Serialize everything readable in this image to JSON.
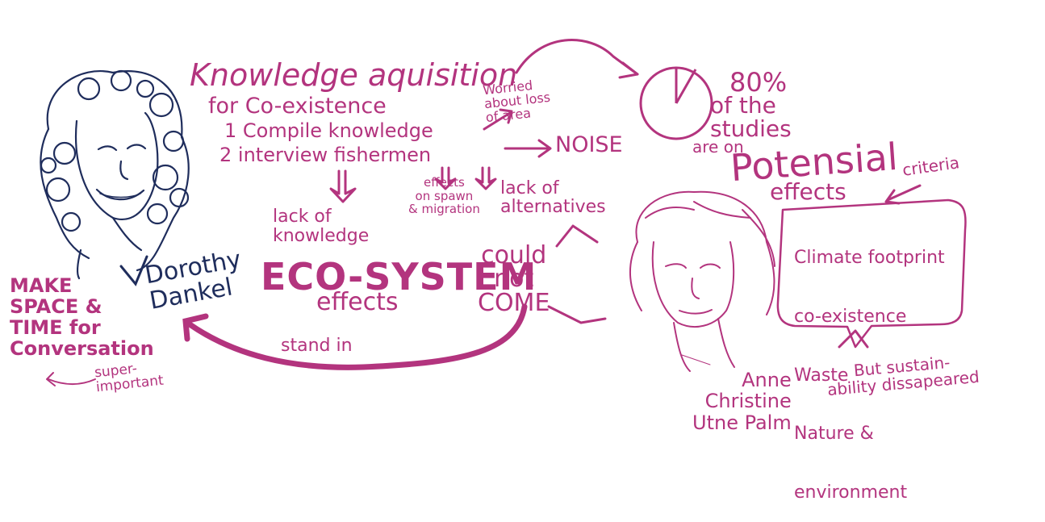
{
  "title": {
    "line1": "Knowledge aquisition",
    "line2": "for Co-existence"
  },
  "steps": [
    "1 Compile knowledge",
    "2 interview fishermen"
  ],
  "notes": {
    "worried": "Worried\nabout loss\nof area",
    "noise": "NOISE",
    "lack_of_knowledge": "lack of\nknowledge",
    "effects_on_spawn": "effects\non spawn\n& migration",
    "lack_of_alternatives": "lack of\nalternatives"
  },
  "eco": {
    "line1": "ECO-SYSTEM",
    "line2": "effects"
  },
  "could_not_come": "could\nnot\nCOME",
  "stand_in": "stand in",
  "people": {
    "left_name": "Dorothy\nDankel",
    "right_name": "Anne\nChristine\nUtne Palm"
  },
  "make_space": "MAKE\nSPACE &\nTIME for\nConversation",
  "super_important": "super-\nimportant",
  "stat": {
    "percent": "80%",
    "of_the_studies": "of the\nstudies",
    "are_on": "are on",
    "potensial": "Potensial",
    "effects": "effects"
  },
  "criteria": {
    "label": "criteria",
    "items": [
      "Climate footprint",
      "co-existence",
      "Waste",
      "Nature &",
      "environment"
    ]
  },
  "but_sustainability": "But sustain-\nability dissapeared",
  "colors": {
    "magenta": "#b3347e",
    "navy": "#1f2d5c",
    "background": "#ffffff"
  }
}
